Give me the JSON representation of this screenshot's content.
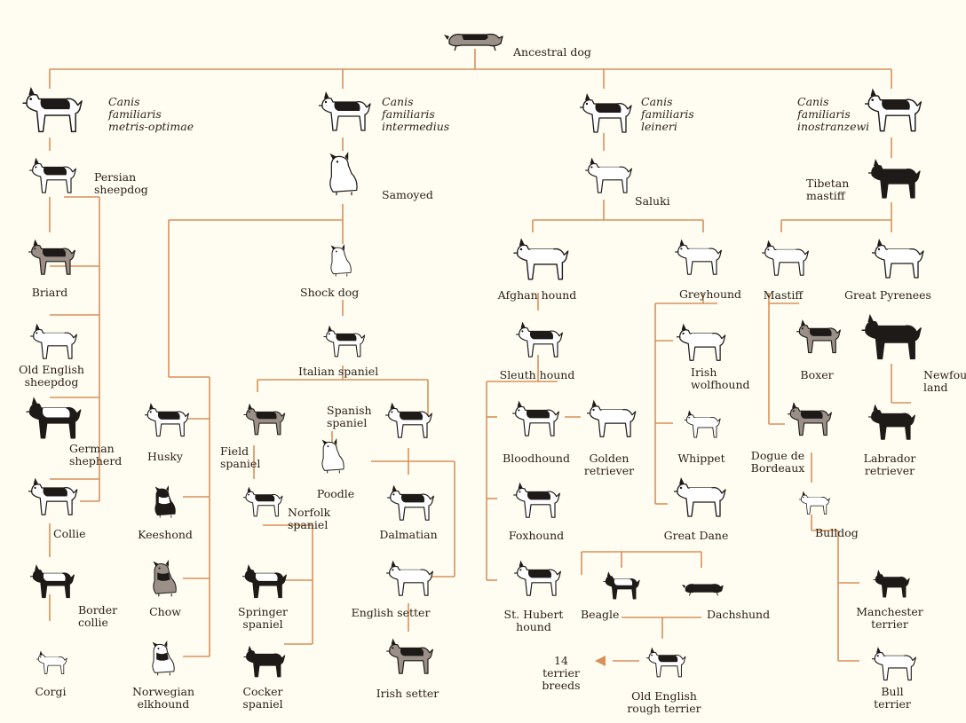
{
  "colors": {
    "line": "#d8905a",
    "background": "#fffdf1",
    "dog_dark": "#1e1a18",
    "dog_light": "#ffffff",
    "dog_grey": "#9a9088",
    "text": "#2b2118"
  },
  "nodes": {
    "ancestral": {
      "label": "Ancestral dog",
      "coat": "grey-black"
    },
    "metris": {
      "label": "Canis\nfamiliaris\nmetris-optimae",
      "coat": "white-black"
    },
    "intermedius": {
      "label": "Canis\nfamiliaris\nintermedius",
      "coat": "white-black"
    },
    "leineri": {
      "label": "Canis\nfamiliaris\nleineri",
      "coat": "white-black"
    },
    "inostranzewi": {
      "label": "Canis\nfamiliaris\ninostranzewi",
      "coat": "white-black"
    },
    "persian": {
      "label": "Persian\nsheepdog",
      "coat": "white-black"
    },
    "samoyed": {
      "label": "Samoyed",
      "coat": "white"
    },
    "saluki": {
      "label": "Saluki",
      "coat": "white"
    },
    "tibetan": {
      "label": "Tibetan\nmastiff",
      "coat": "black"
    },
    "briard": {
      "label": "Briard",
      "coat": "grey"
    },
    "oldeng_sheep": {
      "label": "Old English\nsheepdog",
      "coat": "white"
    },
    "german": {
      "label": "German\nshepherd",
      "coat": "black-white"
    },
    "collie": {
      "label": "Collie",
      "coat": "white-black"
    },
    "border": {
      "label": "Border\ncollie",
      "coat": "black-white"
    },
    "corgi": {
      "label": "Corgi",
      "coat": "white"
    },
    "shock": {
      "label": "Shock dog",
      "coat": "white"
    },
    "italian": {
      "label": "Italian spaniel",
      "coat": "white-black"
    },
    "husky": {
      "label": "Husky",
      "coat": "white-black"
    },
    "keeshond": {
      "label": "Keeshond",
      "coat": "black-white"
    },
    "chow": {
      "label": "Chow",
      "coat": "grey"
    },
    "elkhound": {
      "label": "Norwegian\nelkhound",
      "coat": "white-black"
    },
    "field": {
      "label": "Field\nspaniel",
      "coat": "grey"
    },
    "norfolk": {
      "label": "Norfolk\nspaniel",
      "coat": "white-black"
    },
    "springer": {
      "label": "Springer\nspaniel",
      "coat": "black-white"
    },
    "cocker": {
      "label": "Cocker\nspaniel",
      "coat": "black"
    },
    "spanish": {
      "label": "Spanish\nspaniel",
      "coat": "white-black"
    },
    "poodle": {
      "label": "Poodle",
      "coat": "white"
    },
    "dalmatian": {
      "label": "Dalmatian",
      "coat": "white-black"
    },
    "eng_setter": {
      "label": "English setter",
      "coat": "white"
    },
    "irish_setter": {
      "label": "Irish setter",
      "coat": "grey"
    },
    "afghan": {
      "label": "Afghan hound",
      "coat": "white"
    },
    "sleuth": {
      "label": "Sleuth hound",
      "coat": "white-black"
    },
    "bloodhound": {
      "label": "Bloodhound",
      "coat": "white-black"
    },
    "golden": {
      "label": "Golden\nretriever",
      "coat": "white"
    },
    "foxhound": {
      "label": "Foxhound",
      "coat": "white-black"
    },
    "sthubert": {
      "label": "St. Hubert\nhound",
      "coat": "white-black"
    },
    "greyhound": {
      "label": "Greyhound",
      "coat": "white"
    },
    "irish_wolf": {
      "label": "Irish\nwolfhound",
      "coat": "white"
    },
    "whippet": {
      "label": "Whippet",
      "coat": "white"
    },
    "great_dane": {
      "label": "Great Dane",
      "coat": "white"
    },
    "beagle": {
      "label": "Beagle",
      "coat": "black-white"
    },
    "dachshund": {
      "label": "Dachshund",
      "coat": "black"
    },
    "oldeng_rough": {
      "label": "Old English\nrough terrier",
      "coat": "white-black"
    },
    "terrier14": {
      "label": "14\nterrier\nbreeds"
    },
    "mastiff": {
      "label": "Mastiff",
      "coat": "white"
    },
    "pyrenees": {
      "label": "Great Pyrenees",
      "coat": "white"
    },
    "boxer": {
      "label": "Boxer",
      "coat": "grey"
    },
    "newfoundland": {
      "label": "Newfound-\nland",
      "coat": "black"
    },
    "dogue": {
      "label": "Dogue de\nBordeaux",
      "coat": "grey"
    },
    "labrador": {
      "label": "Labrador\nretriever",
      "coat": "black"
    },
    "bulldog": {
      "label": "Bulldog",
      "coat": "white"
    },
    "manchester": {
      "label": "Manchester\nterrier",
      "coat": "black"
    },
    "bullterrier": {
      "label": "Bull\nterrier",
      "coat": "white"
    }
  }
}
